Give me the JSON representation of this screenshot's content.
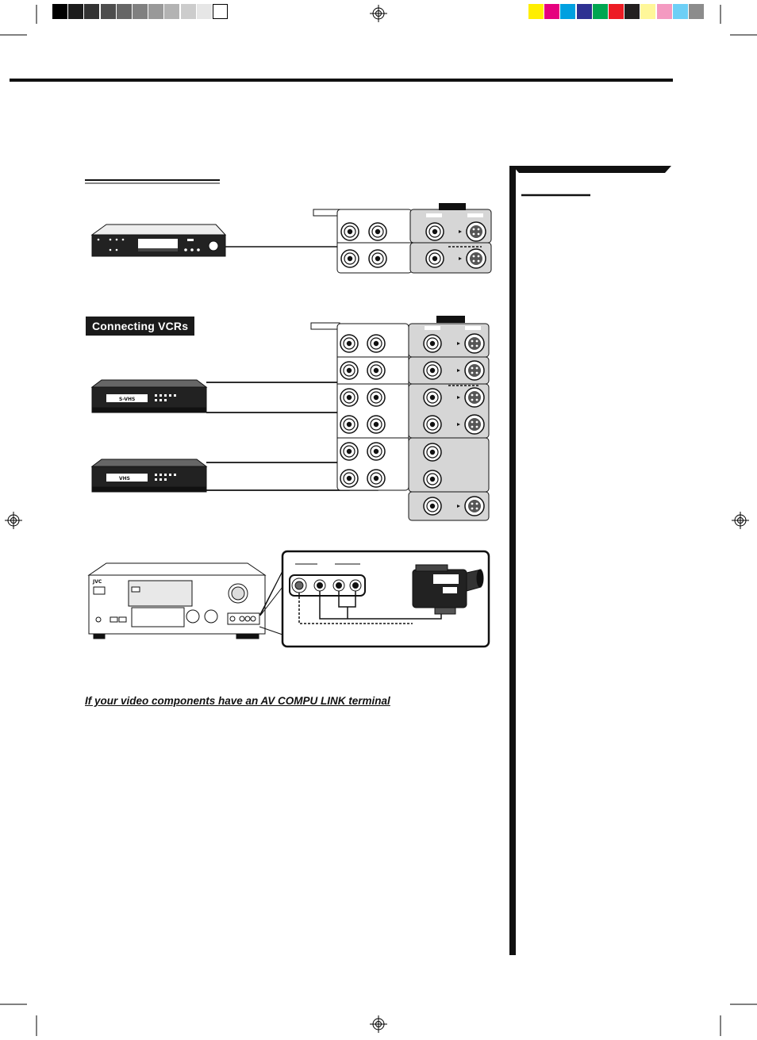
{
  "section_labels": {
    "connecting_vcrs": "Connecting VCRs",
    "av_compu_link_heading": "If your video components have an AV COMPU LINK terminal"
  },
  "device_marks": {
    "vcr1_badge": "S-VHS",
    "vcr2_badge": "VHS",
    "receiver_brand": "JVC"
  },
  "colors": {
    "grayscale_bar": [
      "#000000",
      "#1c1c1c",
      "#333333",
      "#4d4d4d",
      "#666666",
      "#808080",
      "#999999",
      "#b3b3b3",
      "#cccccc",
      "#e6e6e6",
      "#ffffff"
    ],
    "color_bar": [
      "#ffee00",
      "#e6007e",
      "#00a0e0",
      "#2e3192",
      "#00a651",
      "#ed1c24",
      "#231f20",
      "#fff799",
      "#f49ac1",
      "#6dcff6",
      "#8c8c8c"
    ],
    "panel_gray": "#d6d6d6",
    "ink": "#111111"
  }
}
